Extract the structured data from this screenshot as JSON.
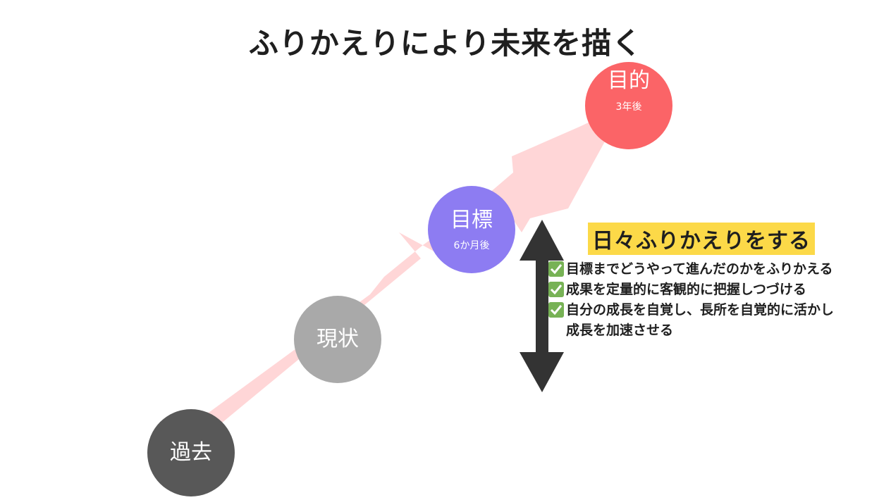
{
  "title": "ふりかえりにより未来を描く",
  "stages": [
    {
      "name": "過去",
      "sub": ""
    },
    {
      "name": "現状",
      "sub": ""
    },
    {
      "name": "目標",
      "sub": "6か月後"
    },
    {
      "name": "目的",
      "sub": "3年後"
    }
  ],
  "daily": {
    "heading": "日々ふりかえりをする",
    "items": [
      "目標までどうやって進んだのかをふりかえる",
      "成果を定量的に客観的に把握しつづける",
      "自分の成長を自覚し、長所を自覚的に活かし\n成長を加速させる"
    ]
  },
  "colors": {
    "arrow": "#ffd6d7",
    "past": "#585858",
    "now": "#a9a9a9",
    "target": "#8d7cf2",
    "goal": "#fb6467",
    "highlight": "#fcd948",
    "double_arrow": "#333333",
    "check": "#77b255"
  },
  "icons": {
    "check": "check-mark-icon",
    "double_arrow": "double-arrow-icon"
  }
}
